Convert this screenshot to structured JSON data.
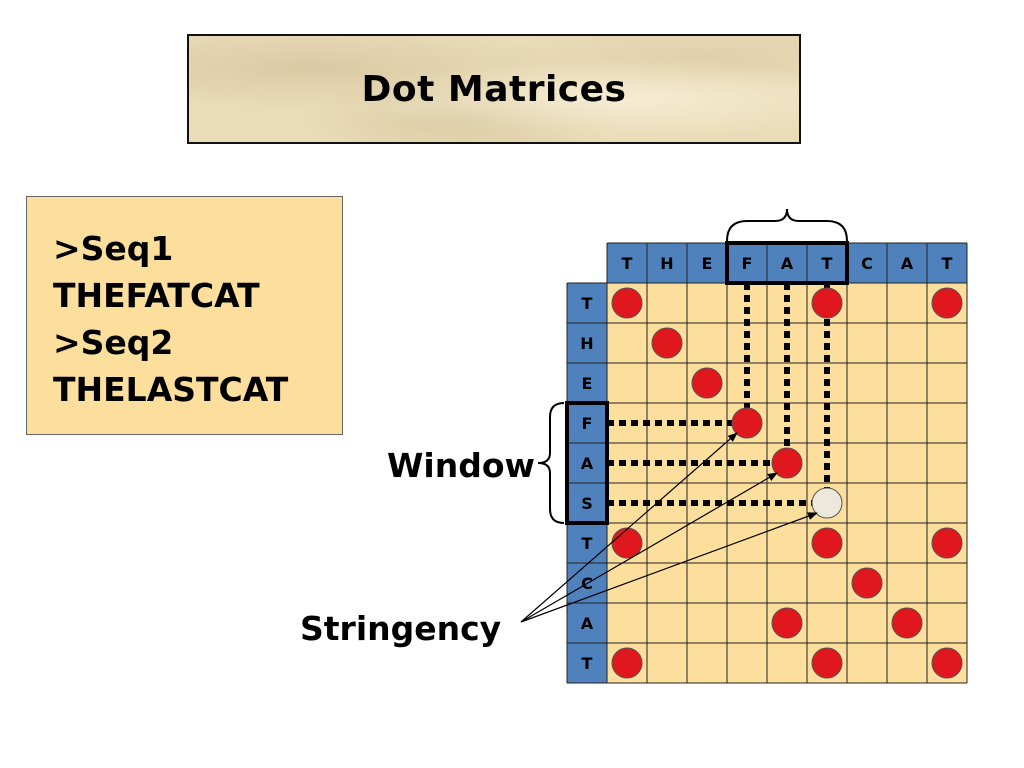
{
  "title": "Dot Matrices",
  "sequences": {
    "seq1_header": ">Seq1",
    "seq1": "THEFATCAT",
    "seq2_header": ">Seq2",
    "seq2": "THELASTCAT"
  },
  "matrix": {
    "column_letters": [
      "T",
      "H",
      "E",
      "F",
      "A",
      "T",
      "C",
      "A",
      "T"
    ],
    "row_letters": [
      "T",
      "H",
      "E",
      "F",
      "A",
      "S",
      "T",
      "C",
      "A",
      "T"
    ],
    "dots": [
      {
        "row": 0,
        "col": 0,
        "kind": "match"
      },
      {
        "row": 0,
        "col": 5,
        "kind": "match"
      },
      {
        "row": 0,
        "col": 8,
        "kind": "match"
      },
      {
        "row": 1,
        "col": 1,
        "kind": "match"
      },
      {
        "row": 2,
        "col": 2,
        "kind": "match"
      },
      {
        "row": 3,
        "col": 3,
        "kind": "match"
      },
      {
        "row": 4,
        "col": 4,
        "kind": "match"
      },
      {
        "row": 5,
        "col": 5,
        "kind": "mismatch"
      },
      {
        "row": 6,
        "col": 0,
        "kind": "match"
      },
      {
        "row": 6,
        "col": 5,
        "kind": "match"
      },
      {
        "row": 6,
        "col": 8,
        "kind": "match"
      },
      {
        "row": 7,
        "col": 6,
        "kind": "match"
      },
      {
        "row": 8,
        "col": 4,
        "kind": "match"
      },
      {
        "row": 8,
        "col": 7,
        "kind": "match"
      },
      {
        "row": 9,
        "col": 0,
        "kind": "match"
      },
      {
        "row": 9,
        "col": 5,
        "kind": "match"
      },
      {
        "row": 9,
        "col": 8,
        "kind": "match"
      }
    ],
    "window": {
      "col_start": 3,
      "col_end": 5,
      "row_start": 3,
      "row_end": 5
    }
  },
  "labels": {
    "window": "Window",
    "stringency": "Stringency"
  },
  "colors": {
    "header_fill": "#4f81bd",
    "cell_fill": "#fddf9d",
    "match_dot": "#e0171d",
    "mismatch_dot": "#ece9dc"
  }
}
